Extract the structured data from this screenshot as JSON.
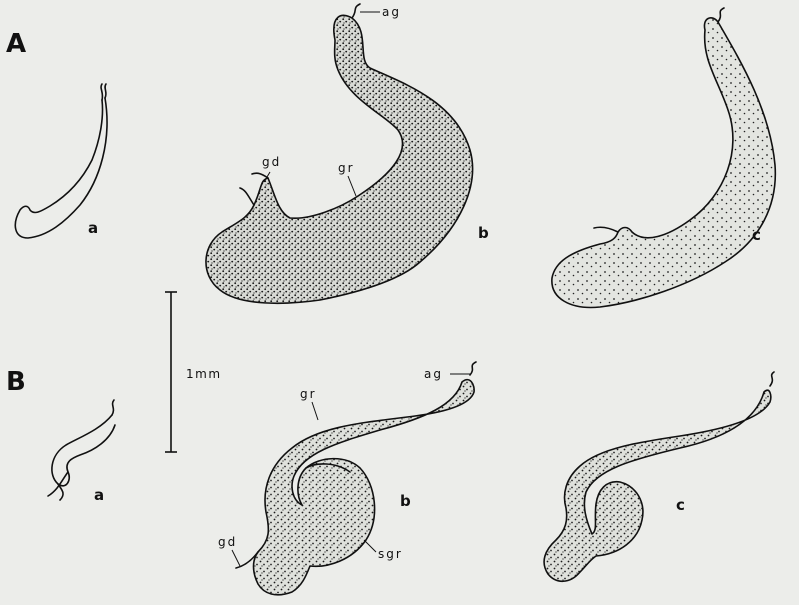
{
  "panels": {
    "A": "A",
    "B": "B"
  },
  "stages": {
    "a": "a",
    "b": "b",
    "c": "c"
  },
  "parts": {
    "ag": "ag",
    "gd": "gd",
    "gr": "gr",
    "sgr": "sgr"
  },
  "scale": {
    "label": "1mm"
  },
  "colors": {
    "background": "#ecedea",
    "ink": "#111111",
    "stipple_fill": "#e2e4df"
  }
}
